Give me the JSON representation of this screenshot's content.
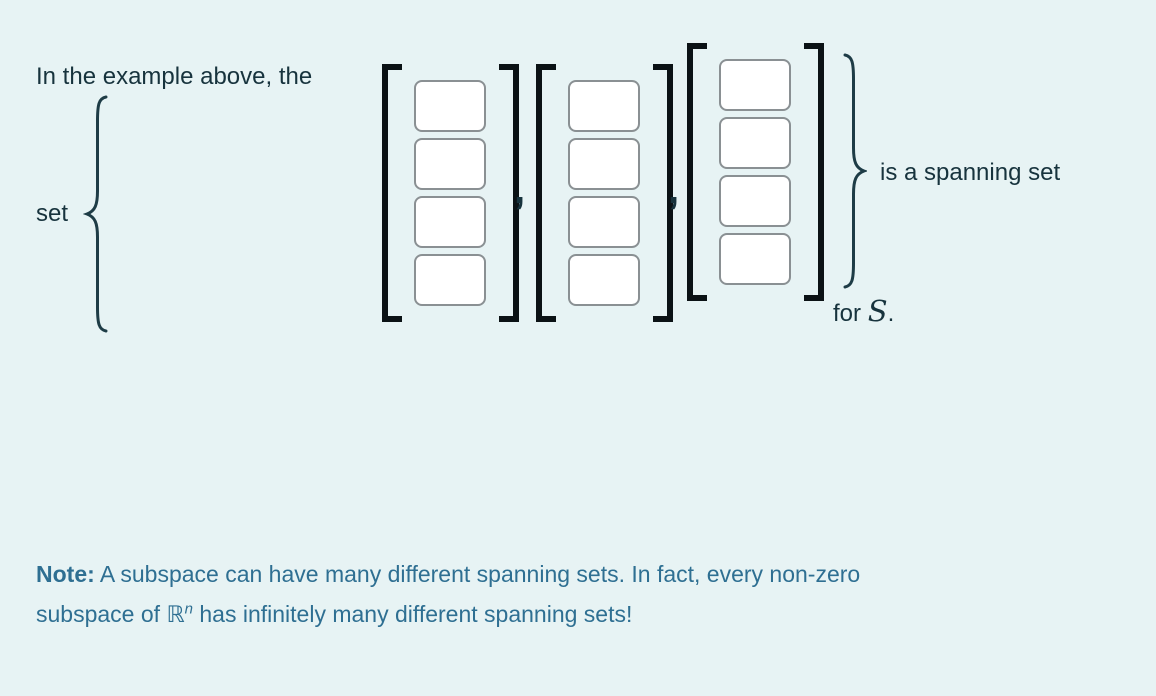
{
  "exercise": {
    "intro_text": "In the example above, the",
    "set_word": "set",
    "conclusion_text": "is a spanning set",
    "for_label": "for ",
    "subspace_symbol": "S",
    "period": ".",
    "separators": [
      ",",
      ","
    ],
    "vectors": [
      {
        "label": "vector-1",
        "entries": [
          "",
          "",
          "",
          ""
        ]
      },
      {
        "label": "vector-2",
        "entries": [
          "",
          "",
          "",
          ""
        ]
      },
      {
        "label": "vector-3",
        "entries": [
          "",
          "",
          "",
          ""
        ]
      }
    ]
  },
  "note": {
    "label": "Note:",
    "line1": " A subspace can have many different spanning sets. In fact, every non-zero",
    "line2_before": "subspace of ",
    "symbol": "ℝ",
    "superscript": "n",
    "line2_after": " has infinitely many different spanning sets!"
  },
  "colors": {
    "background": "#e7f3f4",
    "primary_text": "#17333d",
    "note_text": "#2e6f92",
    "bracket": "#0b1215",
    "brace": "#1e3c46",
    "entry_border": "#8a9093",
    "entry_fill": "#ffffff"
  }
}
